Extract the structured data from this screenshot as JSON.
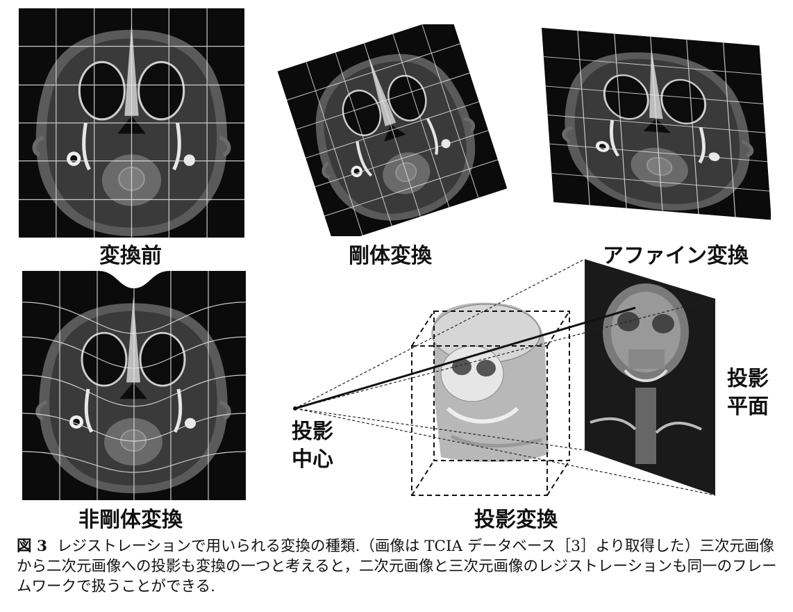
{
  "panels": {
    "original": "変換前",
    "rigid": "剛体変換",
    "affine": "アファイン変換",
    "nonrigid": "非剛体変換",
    "projection": "投影変換"
  },
  "projection_labels": {
    "center_line1": "投影",
    "center_line2": "中心",
    "plane_line1": "投影",
    "plane_line2": "平面"
  },
  "caption": {
    "number": "図 3",
    "text": "レジストレーションで用いられる変換の種類.（画像は TCIA データベース［3］より取得した）三次元画像から二次元画像への投影も変換の一つと考えると，二次元画像と三次元画像のレジストレーションも同一のフレームワークで扱うことができる."
  }
}
